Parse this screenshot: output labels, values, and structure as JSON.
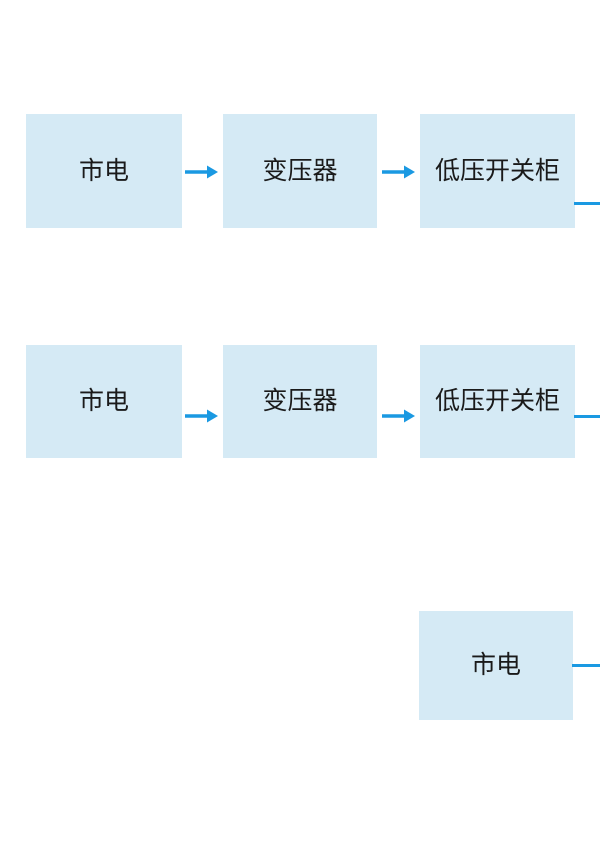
{
  "diagram": {
    "type": "flowchart",
    "colors": {
      "page_background": "#ffffff",
      "node_fill": "#d5eaf5",
      "node_text": "#1a1a1a",
      "connector": "#1a99e2"
    },
    "rows": [
      {
        "nodes": [
          {
            "label": "市电"
          },
          {
            "label": "变压器"
          },
          {
            "label": "低压开关柜"
          }
        ],
        "connectors": [
          "arrow-right",
          "arrow-right"
        ],
        "exit_line_right": true
      },
      {
        "nodes": [
          {
            "label": "市电"
          },
          {
            "label": "变压器"
          },
          {
            "label": "低压开关柜"
          }
        ],
        "connectors": [
          "arrow-right",
          "arrow-right"
        ],
        "exit_line_right": true
      },
      {
        "nodes": [
          {
            "label": "市电"
          }
        ],
        "connectors": [],
        "exit_line_right": true
      }
    ]
  }
}
